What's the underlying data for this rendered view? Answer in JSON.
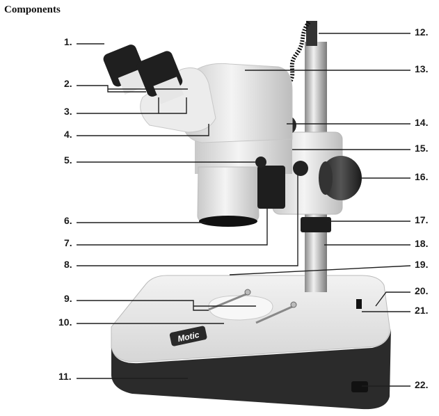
{
  "page": {
    "title": "Components"
  },
  "diagram": {
    "brand": "Motic",
    "labels_left": [
      "1.",
      "2.",
      "3.",
      "4.",
      "5.",
      "6.",
      "7.",
      "8.",
      "9.",
      "10.",
      "11."
    ],
    "labels_right": [
      "12.",
      "13.",
      "14.",
      "15.",
      "16.",
      "17.",
      "18.",
      "19.",
      "20.",
      "21.",
      "22."
    ]
  }
}
